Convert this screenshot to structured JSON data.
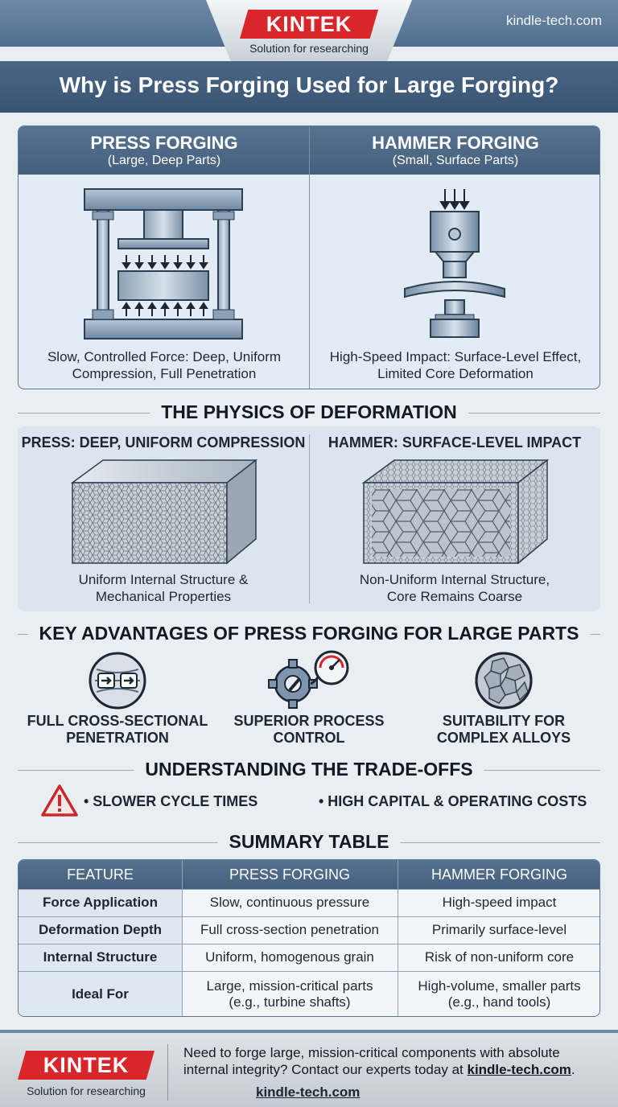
{
  "header": {
    "brand": "KINTEK",
    "tagline": "Solution for researching",
    "url": "kindle-tech.com",
    "title": "Why is Press Forging Used for Large Forging?"
  },
  "comparison": {
    "press": {
      "title": "PRESS FORGING",
      "subtitle": "(Large, Deep Parts)",
      "caption_l1": "Slow, Controlled Force: Deep, Uniform",
      "caption_l2": "Compression, Full Penetration"
    },
    "hammer": {
      "title": "HAMMER FORGING",
      "subtitle": "(Small, Surface Parts)",
      "caption_l1": "High-Speed Impact: Surface-Level Effect,",
      "caption_l2": "Limited Core Deformation"
    }
  },
  "physics": {
    "heading": "THE PHYSICS OF DEFORMATION",
    "press": {
      "title": "PRESS: DEEP, UNIFORM COMPRESSION",
      "caption_l1": "Uniform Internal Structure &",
      "caption_l2": "Mechanical Properties"
    },
    "hammer": {
      "title": "HAMMER: SURFACE-LEVEL IMPACT",
      "caption_l1": "Non-Uniform Internal Structure,",
      "caption_l2": "Core Remains Coarse"
    }
  },
  "advantages": {
    "heading": "KEY ADVANTAGES OF PRESS FORGING FOR LARGE PARTS",
    "items": [
      {
        "l1": "FULL CROSS-SECTIONAL",
        "l2": "PENETRATION",
        "icon": "penetration-icon"
      },
      {
        "l1": "SUPERIOR PROCESS",
        "l2": "CONTROL",
        "icon": "gear-gauge-icon"
      },
      {
        "l1": "SUITABILITY FOR",
        "l2": "COMPLEX ALLOYS",
        "icon": "alloy-grain-icon"
      }
    ]
  },
  "tradeoffs": {
    "heading": "UNDERSTANDING THE TRADE-OFFS",
    "items": [
      "• SLOWER CYCLE TIMES",
      "• HIGH CAPITAL & OPERATING COSTS"
    ]
  },
  "summary": {
    "heading": "SUMMARY TABLE",
    "columns": [
      "FEATURE",
      "PRESS FORGING",
      "HAMMER FORGING"
    ],
    "rows": [
      {
        "feature": "Force Application",
        "press": "Slow, continuous pressure",
        "hammer": "High-speed impact"
      },
      {
        "feature": "Deformation Depth",
        "press": "Full cross-section penetration",
        "hammer": "Primarily surface-level"
      },
      {
        "feature": "Internal Structure",
        "press": "Uniform, homogenous grain",
        "hammer": "Risk of non-uniform core"
      },
      {
        "feature": "Ideal For",
        "press_l1": "Large, mission-critical parts",
        "press_l2": "(e.g., turbine shafts)",
        "hammer_l1": "High-volume, smaller parts",
        "hammer_l2": "(e.g., hand tools)"
      }
    ]
  },
  "footer": {
    "brand": "KINTEK",
    "tagline": "Solution for researching",
    "cta": "Need to forge large, mission-critical components with absolute internal integrity? Contact our experts today at",
    "cta_link": "kindle-tech.com",
    "url": "kindle-tech.com"
  },
  "colors": {
    "brand_red": "#d8262b",
    "header_blue": "#44607e",
    "steel": "#8a9fb4"
  }
}
